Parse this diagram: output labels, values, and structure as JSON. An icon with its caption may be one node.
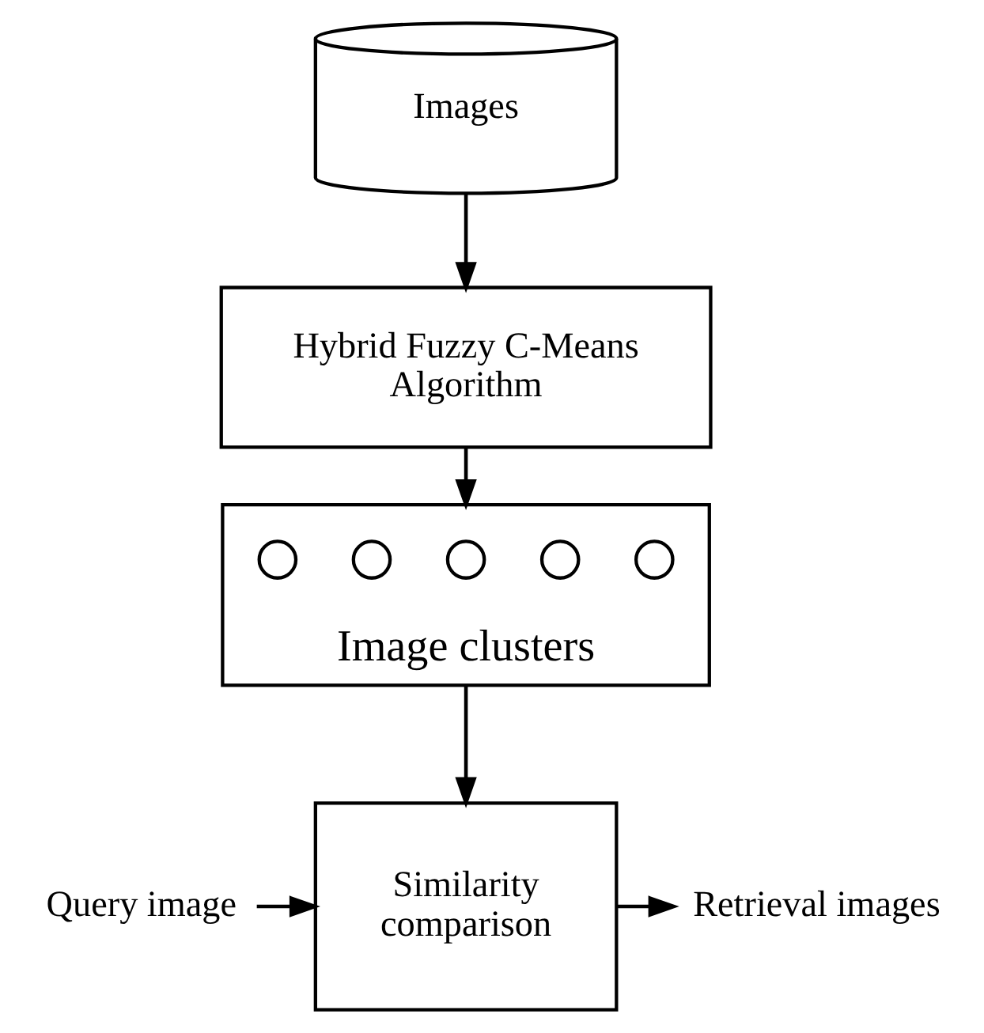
{
  "diagram": {
    "nodes": [
      {
        "text": [
          "Images"
        ]
      },
      {
        "text": [
          "Hybrid Fuzzy C-Means Algorithm"
        ]
      },
      {
        "text": [
          "Image clusters"
        ]
      },
      {
        "text": [],
        "shape": "circle",
        "in": 2
      },
      {
        "text": [],
        "shape": "circle",
        "in": 2
      },
      {
        "text": [],
        "shape": "circle",
        "in": 2
      },
      {
        "text": [],
        "shape": "circle",
        "in": 2
      },
      {
        "text": [],
        "shape": "circle",
        "in": 2
      },
      {
        "text": [
          "Query image"
        ]
      },
      {
        "text": [
          "Similarity comparison"
        ]
      },
      {
        "text": [
          "Retrieval images"
        ]
      }
    ],
    "edges": [
      {
        "from": 0,
        "to": 1,
        "arrow": "to"
      },
      {
        "from": 1,
        "to": 2,
        "arrow": "to"
      },
      {
        "from": 2,
        "to": 9,
        "arrow": "to"
      },
      {
        "from": 8,
        "to": 9,
        "arrow": "to"
      },
      {
        "from": 9,
        "to": 10,
        "arrow": "to"
      }
    ]
  }
}
